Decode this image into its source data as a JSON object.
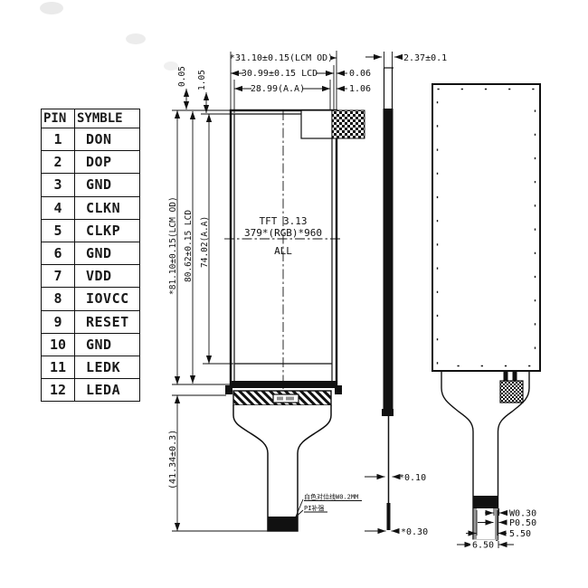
{
  "pin_table": {
    "headers": [
      "PIN",
      "SYMBLE"
    ],
    "rows": [
      {
        "pin": "1",
        "symbol": "DON"
      },
      {
        "pin": "2",
        "symbol": "DOP"
      },
      {
        "pin": "3",
        "symbol": "GND"
      },
      {
        "pin": "4",
        "symbol": "CLKN"
      },
      {
        "pin": "5",
        "symbol": "CLKP"
      },
      {
        "pin": "6",
        "symbol": "GND"
      },
      {
        "pin": "7",
        "symbol": "VDD"
      },
      {
        "pin": "8",
        "symbol": "IOVCC"
      },
      {
        "pin": "9",
        "symbol": "RESET"
      },
      {
        "pin": "10",
        "symbol": "GND"
      },
      {
        "pin": "11",
        "symbol": "LEDK"
      },
      {
        "pin": "12",
        "symbol": "LEDA"
      }
    ]
  },
  "front_view": {
    "display": {
      "line1": "TFT 3.13",
      "line2": "379*(RGB)*960",
      "line3": "ALL"
    },
    "dims": {
      "width_lcm": "*31.10±0.15(LCM OD)",
      "width_lcd": "30.99±0.15 LCD",
      "width_aa": "28.99(A.A)",
      "right_offset_lcd": "0.06",
      "right_offset_aa": "1.06",
      "top_offset_lcd": "0.05",
      "top_offset_aa": "1.05",
      "height_lcm": "*81.10±0.15(LCM OD)",
      "height_lcd": "80.62±0.15 LCD",
      "height_aa": "74.02(A.A)",
      "fpc_length": "(41.34±0.3)"
    },
    "notes": {
      "white_alignment_line": "白色对位线W0.2MM",
      "pi_stiffener": "PI补强"
    }
  },
  "side_view": {
    "dims": {
      "module_thickness": "2.37±0.1",
      "fpc_thickness": "*0.10",
      "fpc_with_stiffener": "*0.30"
    }
  },
  "back_view": {
    "dims": {
      "contact_width": "W0.30",
      "contact_pitch": "P0.50",
      "contact_area_width": "5.50",
      "fpc_end_width": "6.50"
    }
  },
  "colors": {
    "line": "#111111",
    "background": "#ffffff"
  }
}
